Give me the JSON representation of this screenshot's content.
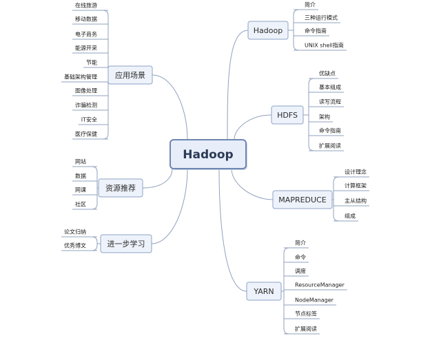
{
  "center": {
    "label": "Hadoop"
  },
  "topics": {
    "hadoop": {
      "label": "Hadoop",
      "items": [
        "简介",
        "三种运行模式",
        "命令指南",
        "UNIX shell指南"
      ]
    },
    "hdfs": {
      "label": "HDFS",
      "items": [
        "优缺点",
        "基本组成",
        "读写流程",
        "架构",
        "命令指南",
        "扩展阅读"
      ]
    },
    "mapreduce": {
      "label": "MAPREDUCE",
      "items": [
        "设计理念",
        "计算框架",
        "主从结构",
        "组成"
      ]
    },
    "yarn": {
      "label": "YARN",
      "items": [
        "简介",
        "命令",
        "调度",
        "ResourceManager",
        "NodeManager",
        "节点标签",
        "扩展阅读"
      ]
    },
    "scenarios": {
      "label": "应用场景",
      "items": [
        "在线旅游",
        "移动数据",
        "电子商务",
        "能源开采",
        "节能",
        "基础架构管理",
        "图像处理",
        "诈骗检测",
        "IT安全",
        "医疗保健"
      ]
    },
    "resources": {
      "label": "资源推荐",
      "items": [
        "网站",
        "数据",
        "网课",
        "社区"
      ]
    },
    "further": {
      "label": "进一步学习",
      "items": [
        "论文归纳",
        "优秀博文"
      ]
    }
  },
  "colors": {
    "line": "#8fa0bd",
    "box_fill": "#eef3fb",
    "box_stroke": "#8ea2c4",
    "center_fill": "#e7eef9",
    "center_stroke": "#6d86b1"
  }
}
